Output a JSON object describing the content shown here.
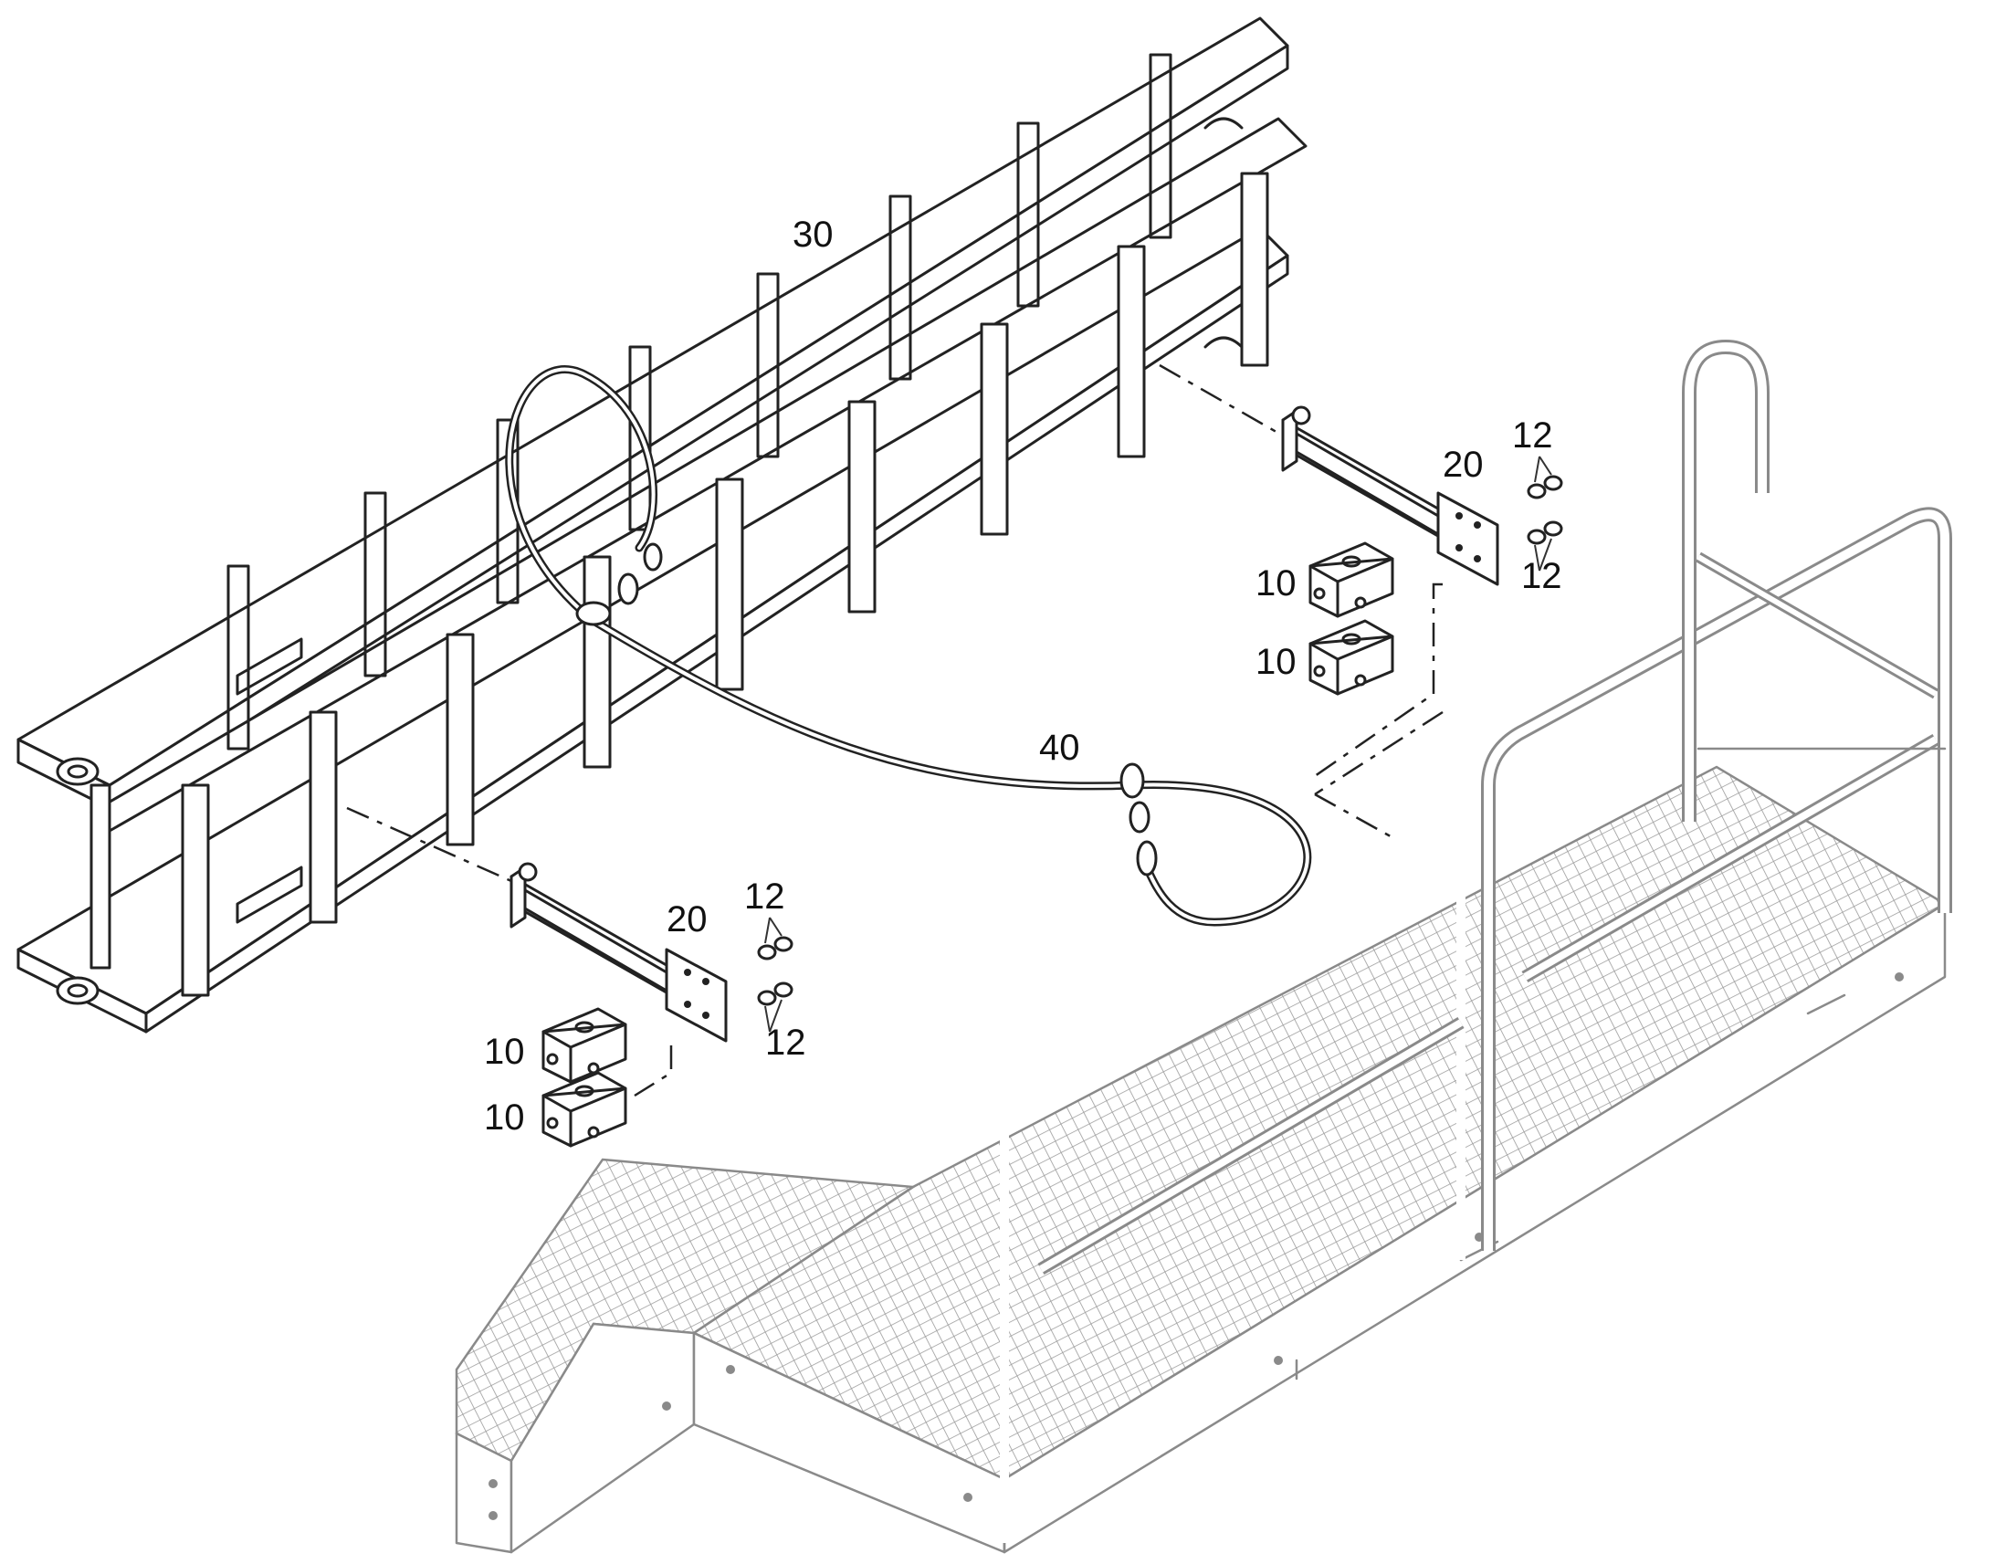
{
  "callouts": {
    "ladder": "30",
    "cable": "40",
    "bracket_upper": "20",
    "bracket_lower": "20",
    "clamp_upper_a": "10",
    "clamp_upper_b": "10",
    "clamp_lower_a": "10",
    "clamp_lower_b": "10",
    "nut_upper_a": "12",
    "nut_upper_b": "12",
    "nut_lower_a": "12",
    "nut_lower_b": "12"
  },
  "colors": {
    "line": "#222222",
    "context_line": "#8a8a8a",
    "background": "#ffffff"
  }
}
